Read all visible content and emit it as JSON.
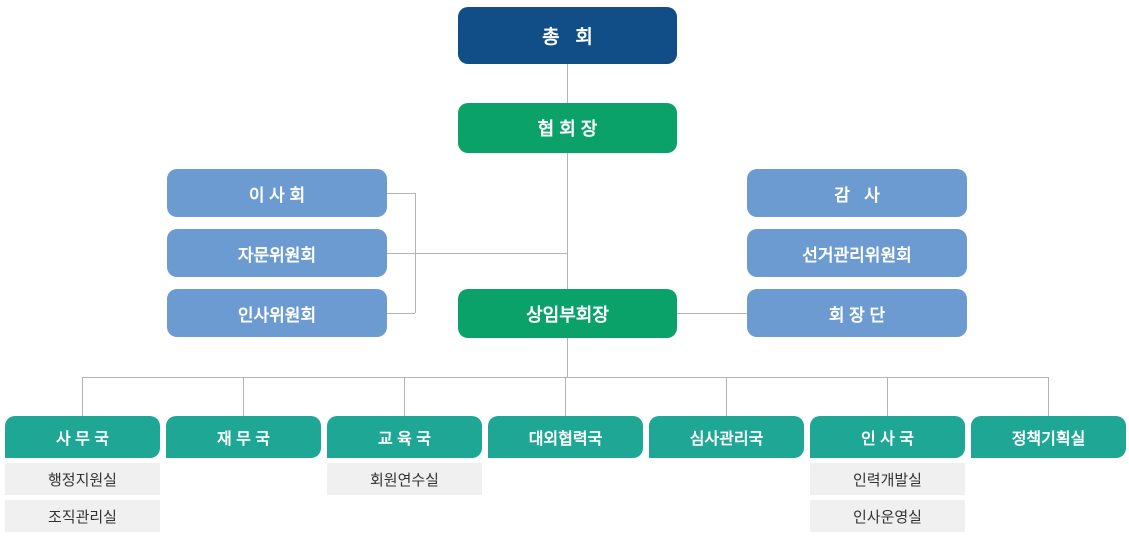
{
  "colors": {
    "navy": "#114e87",
    "green": "#0aa269",
    "blue": "#6b9bd1",
    "teal": "#1ea795",
    "subbg": "#f0f0f0",
    "line": "#b3b3b3"
  },
  "org": {
    "general_assembly": "총   회",
    "chairman": "협 회 장",
    "left_committees": [
      "이 사 회",
      "자문위원회",
      "인사위원회"
    ],
    "right_committees": [
      "감   사",
      "선거관리위원회",
      "회 장 단"
    ],
    "executive_vice_chairman": "상임부회장",
    "departments": [
      {
        "label": "사 무 국",
        "subs": [
          "행정지원실",
          "조직관리실"
        ]
      },
      {
        "label": "재 무 국",
        "subs": []
      },
      {
        "label": "교 육 국",
        "subs": [
          "회원연수실"
        ]
      },
      {
        "label": "대외협력국",
        "subs": []
      },
      {
        "label": "심사관리국",
        "subs": []
      },
      {
        "label": "인 사 국",
        "subs": [
          "인력개발실",
          "인사운영실"
        ]
      },
      {
        "label": "정책기획실",
        "subs": []
      }
    ]
  }
}
